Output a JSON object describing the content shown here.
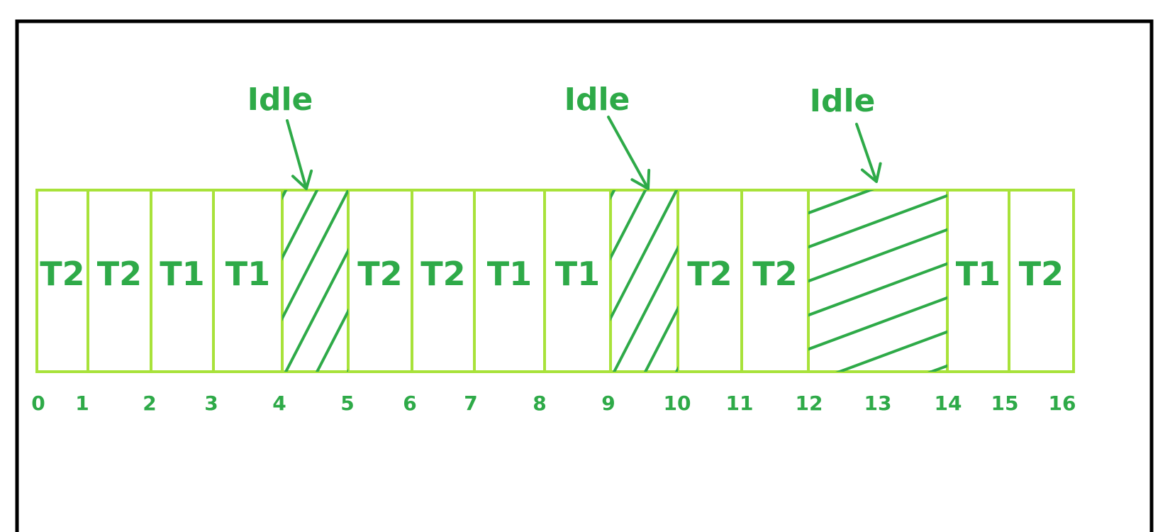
{
  "diagram": {
    "colors": {
      "outline": "#a8e23a",
      "text": "#2eaa48",
      "hatch": "#2eaa48",
      "frame": "#000000"
    },
    "segments": [
      {
        "label": "T2",
        "start": 0,
        "end": 1
      },
      {
        "label": "T2",
        "start": 1,
        "end": 2
      },
      {
        "label": "T1",
        "start": 2,
        "end": 3
      },
      {
        "label": "T1",
        "start": 3,
        "end": 4
      },
      {
        "label": "",
        "start": 4,
        "end": 5,
        "idle": true
      },
      {
        "label": "T2",
        "start": 5,
        "end": 6
      },
      {
        "label": "T2",
        "start": 6,
        "end": 7
      },
      {
        "label": "T1",
        "start": 7,
        "end": 8
      },
      {
        "label": "T1",
        "start": 8,
        "end": 9
      },
      {
        "label": "",
        "start": 9,
        "end": 10,
        "idle": true
      },
      {
        "label": "T2",
        "start": 10,
        "end": 11
      },
      {
        "label": "T2",
        "start": 11,
        "end": 12
      },
      {
        "label": "",
        "start": 12,
        "end": 14,
        "idle": true
      },
      {
        "label": "T1",
        "start": 14,
        "end": 15
      },
      {
        "label": "T2",
        "start": 15,
        "end": 16
      }
    ],
    "idle_annotations": [
      {
        "label": "Idle",
        "start": 4,
        "end": 5
      },
      {
        "label": "Idle",
        "start": 9,
        "end": 10
      },
      {
        "label": "Idle",
        "start": 12,
        "end": 14
      }
    ],
    "ticks": [
      "0",
      "1",
      "2",
      "3",
      "4",
      "5",
      "6",
      "7",
      "8",
      "9",
      "10",
      "11",
      "12",
      "13",
      "14",
      "15",
      "16"
    ]
  }
}
